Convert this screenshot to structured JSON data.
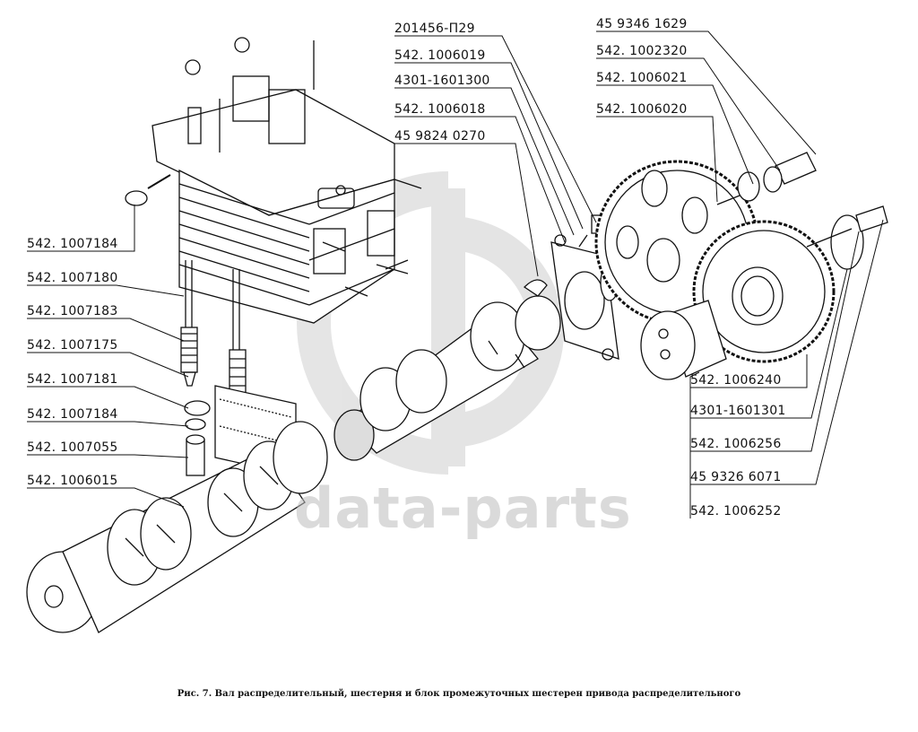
{
  "watermark": "data-parts",
  "caption": "Рис. 7. Вал распределительный, шестерня и блок промежуточных шестерен привода распределительного",
  "left_labels": [
    "542. 1007184",
    "542. 1007180",
    "542. 1007183",
    "542. 1007175",
    "542. 1007181",
    "542. 1007184",
    "542. 1007055",
    "542. 1006015"
  ],
  "center_labels": [
    "201456-П29",
    "542. 1006019",
    "4301-1601300",
    "542. 1006018",
    "45 9824 0270"
  ],
  "right_top_labels": [
    "45 9346 1629",
    "542. 1002320",
    "542. 1006021",
    "542. 1006020"
  ],
  "right_bottom_labels": [
    "542. 1006240",
    "4301-1601301",
    "542. 1006256",
    "45 9326 6071",
    "542. 1006252"
  ]
}
